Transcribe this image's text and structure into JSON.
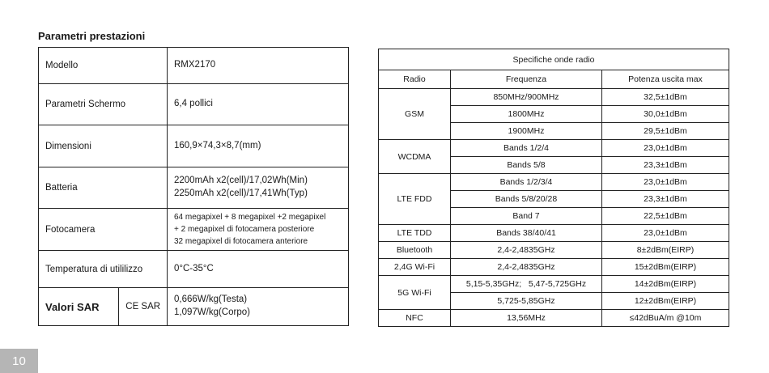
{
  "left": {
    "title": "Parametri prestazioni",
    "rows": [
      {
        "label": "Modello",
        "value": "RMX2170"
      },
      {
        "label": "Parametri Schermo",
        "value": "6,4 pollici"
      },
      {
        "label": "Dimensioni",
        "value": "160,9×74,3×8,7(mm)"
      },
      {
        "label": "Batteria",
        "lines": [
          "2200mAh x2(cell)/17,02Wh(Min)",
          "2250mAh x2(cell)/17,41Wh(Typ)"
        ]
      },
      {
        "label": "Fotocamera",
        "lines": [
          "64 megapixel + 8 megapixel +2 megapixel",
          "+ 2 megapixel di fotocamera posteriore",
          "32 megapixel di fotocamera anteriore"
        ]
      },
      {
        "label": "Temperatura di utililizzo",
        "value": "0°C-35°C"
      }
    ],
    "sar": {
      "label": "Valori SAR",
      "sub": "CE SAR",
      "lines": [
        "0,666W/kg(Testa)",
        "1,097W/kg(Corpo)"
      ]
    }
  },
  "right": {
    "caption": "Specifiche onde radio",
    "headers": [
      "Radio",
      "Frequenza",
      "Potenza uscita max"
    ],
    "groups": [
      {
        "radio": "GSM",
        "rows": [
          {
            "freq": "850MHz/900MHz",
            "power": "32,5±1dBm"
          },
          {
            "freq": "1800MHz",
            "power": "30,0±1dBm"
          },
          {
            "freq": "1900MHz",
            "power": "29,5±1dBm"
          }
        ]
      },
      {
        "radio": "WCDMA",
        "rows": [
          {
            "freq": "Bands 1/2/4",
            "power": "23,0±1dBm"
          },
          {
            "freq": "Bands  5/8",
            "power": "23,3±1dBm"
          }
        ]
      },
      {
        "radio": "LTE FDD",
        "rows": [
          {
            "freq": "Bands 1/2/3/4",
            "power": "23,0±1dBm"
          },
          {
            "freq": "Bands 5/8/20/28",
            "power": "23,3±1dBm"
          },
          {
            "freq": "Band  7",
            "power": "22,5±1dBm"
          }
        ]
      },
      {
        "radio": "LTE TDD",
        "rows": [
          {
            "freq": "Bands 38/40/41",
            "power": "23,0±1dBm"
          }
        ]
      },
      {
        "radio": "Bluetooth",
        "rows": [
          {
            "freq": "2,4-2,4835GHz",
            "power": "8±2dBm(EIRP)"
          }
        ]
      },
      {
        "radio": "2,4G Wi-Fi",
        "rows": [
          {
            "freq": "2,4-2,4835GHz",
            "power": "15±2dBm(EIRP)"
          }
        ]
      },
      {
        "radio": "5G Wi-Fi",
        "rows": [
          {
            "freq": "5,15-5,35GHz;   5,47-5,725GHz",
            "power": "14±2dBm(EIRP)"
          },
          {
            "freq": "5,725-5,85GHz",
            "power": "12±2dBm(EIRP)"
          }
        ]
      },
      {
        "radio": "NFC",
        "rows": [
          {
            "freq": "13,56MHz",
            "power": "≤42dBuA/m @10m"
          }
        ]
      }
    ]
  },
  "page_number": "10"
}
